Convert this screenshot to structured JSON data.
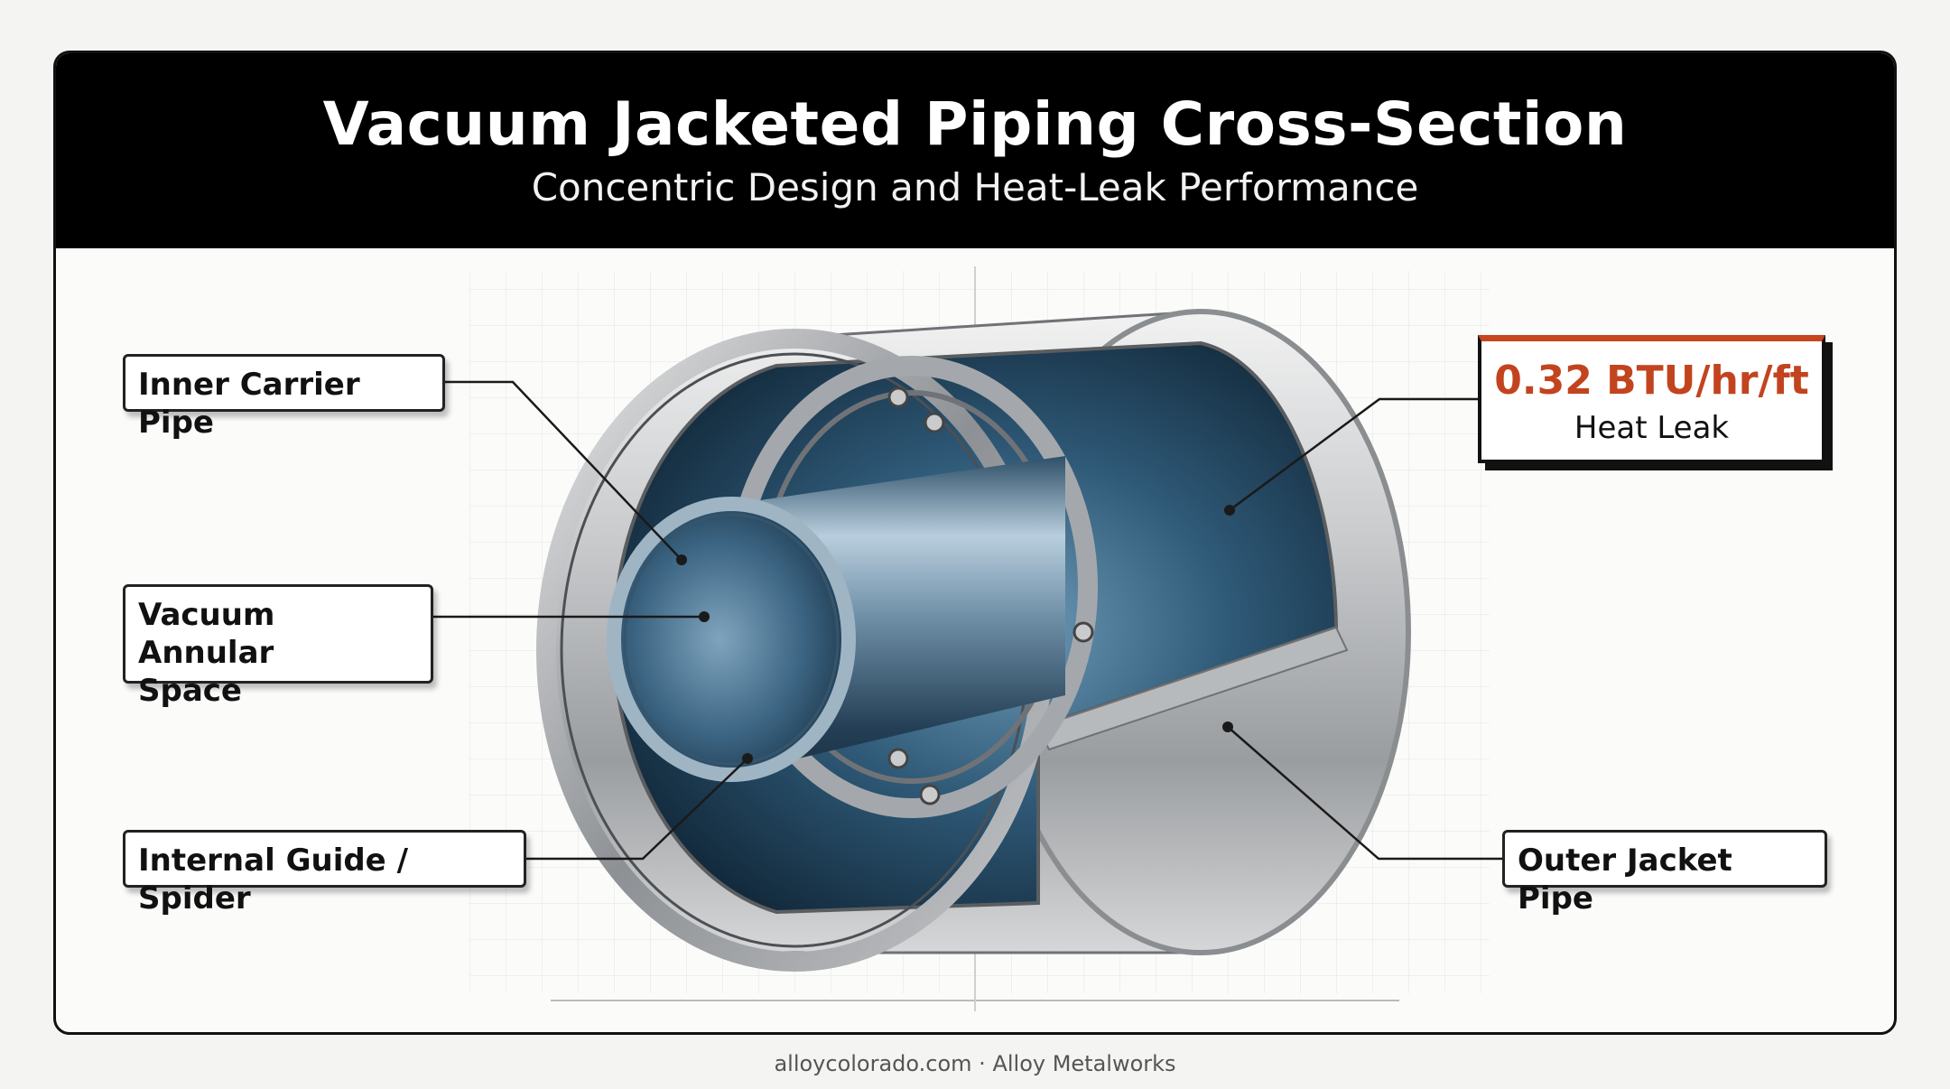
{
  "header": {
    "title": "Vacuum Jacketed Piping Cross-Section",
    "subtitle": "Concentric Design and Heat-Leak Performance"
  },
  "labels": {
    "inner_carrier_pipe": "Inner Carrier Pipe",
    "vacuum_annular_space_line1": "Vacuum Annular",
    "vacuum_annular_space_line2": "Space",
    "internal_guide_spider": "Internal Guide / Spider",
    "outer_jacket_pipe": "Outer Jacket Pipe"
  },
  "heat_leak": {
    "value": "0.32 BTU/hr/ft",
    "label": "Heat Leak",
    "accent_color": "#c7461f"
  },
  "footer": {
    "text": "alloycolorado.com · Alloy Metalworks"
  }
}
